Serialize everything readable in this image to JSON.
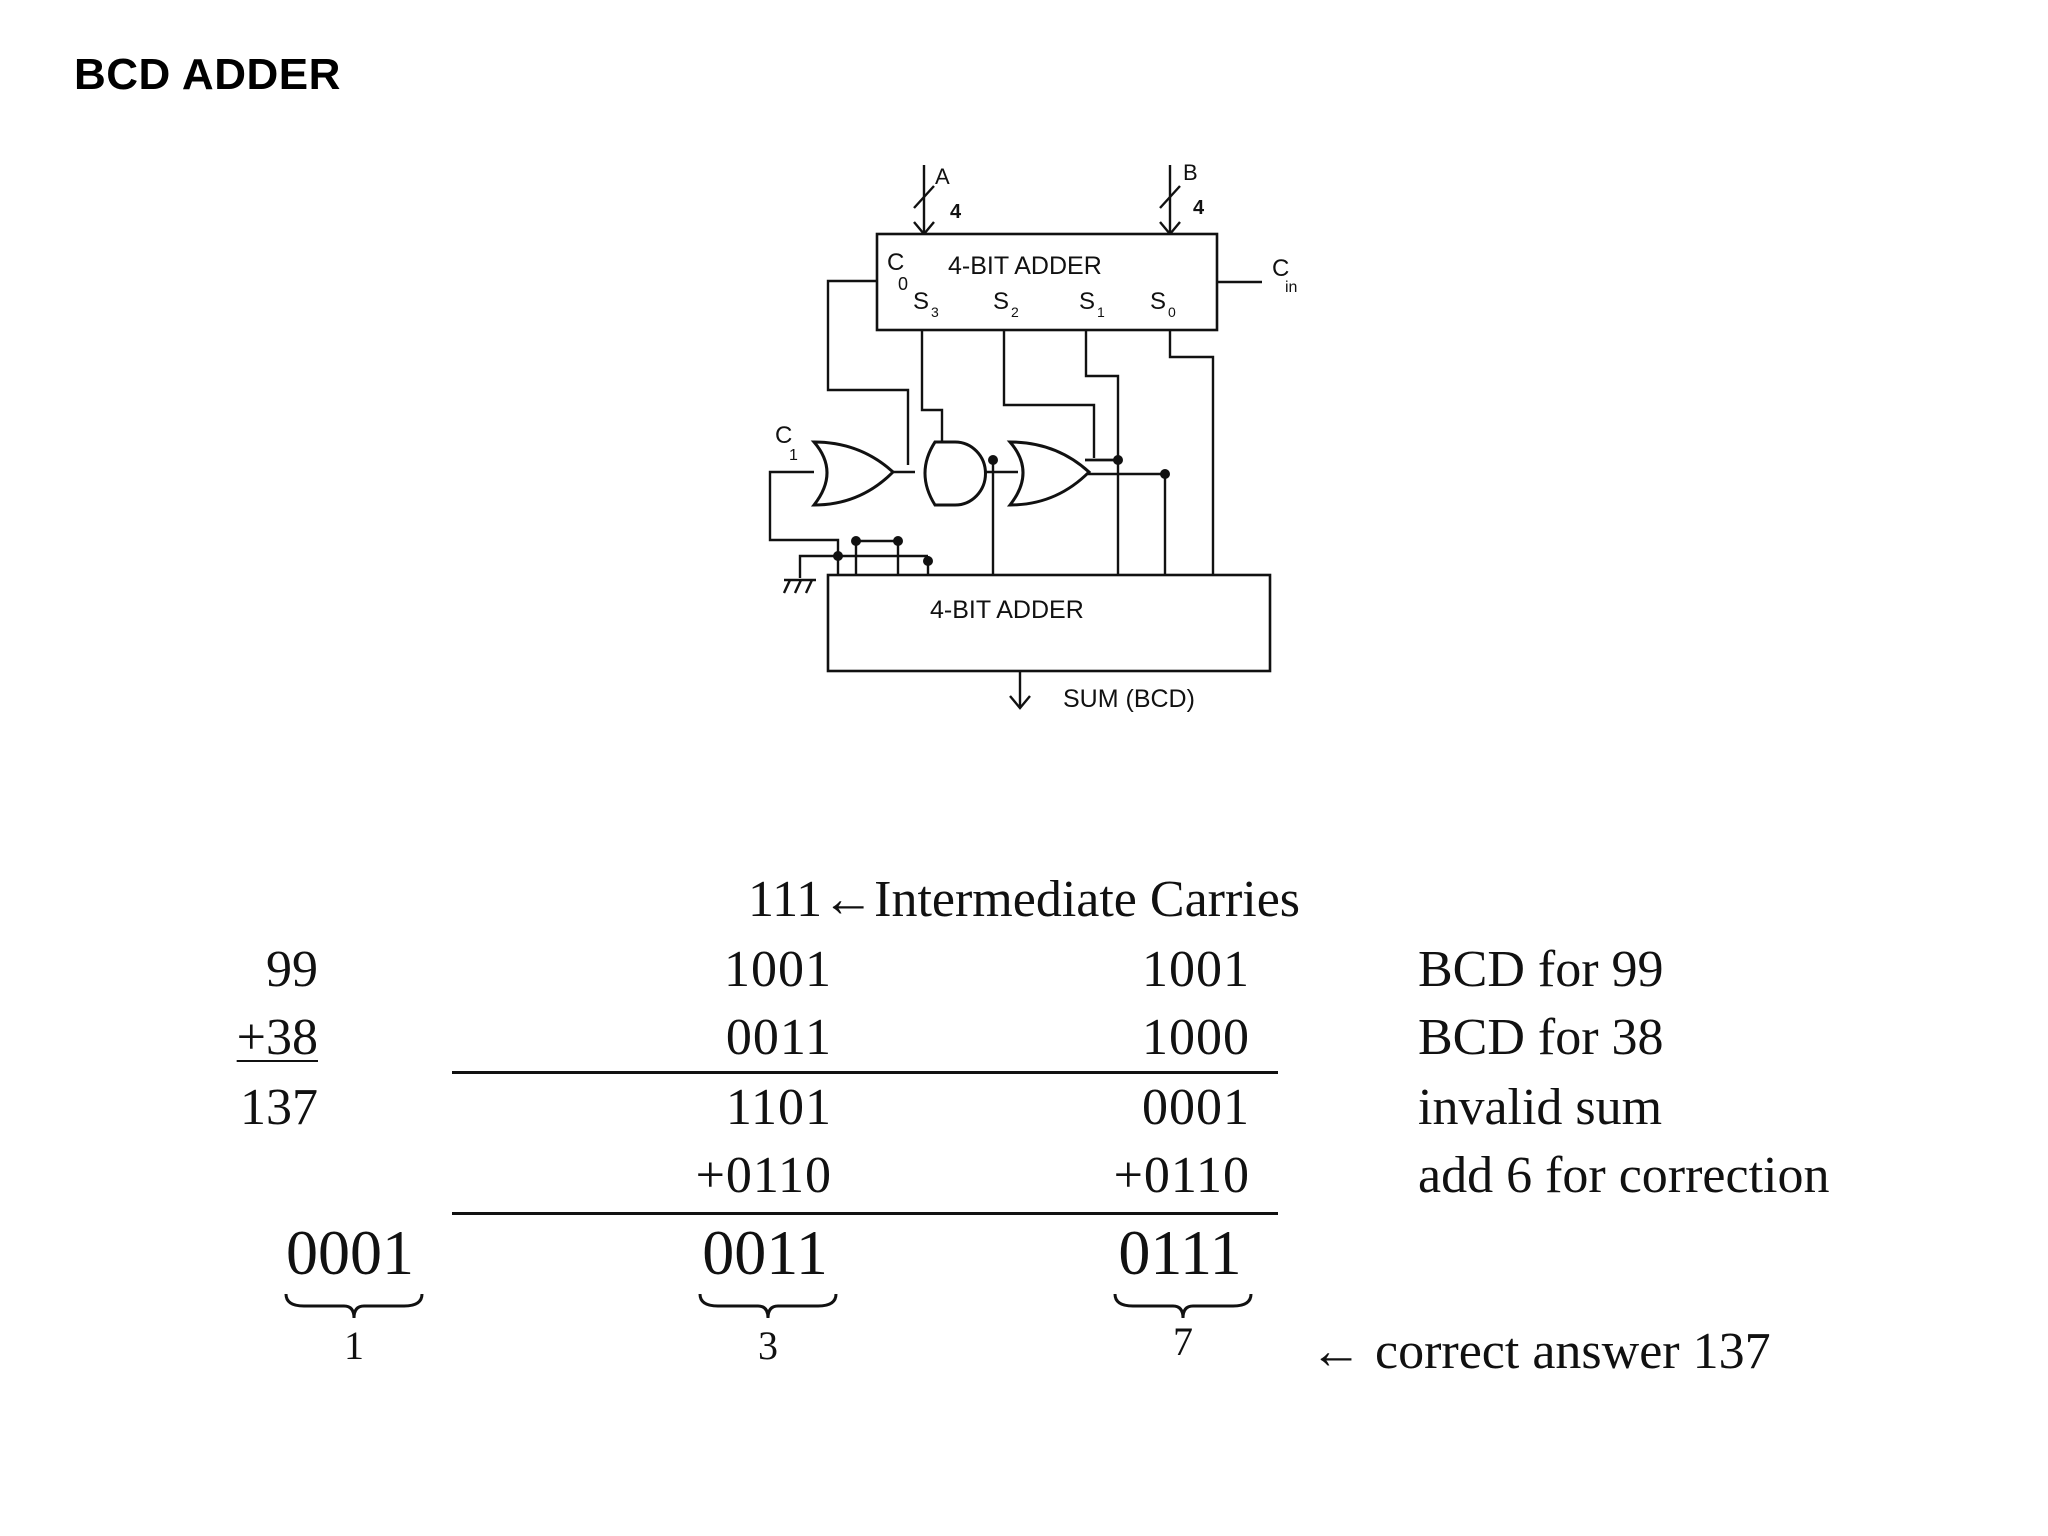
{
  "title": "BCD ADDER",
  "diagram": {
    "upper_adder_label": "4-BIT ADDER",
    "lower_adder_label": "4-BIT ADDER",
    "input_a_label": "A",
    "input_b_label": "B",
    "bus_width_a": "4",
    "bus_width_b": "4",
    "carry_out_label": "C",
    "carry_out_sub": "0",
    "carry_in_label": "C",
    "carry_in_sub": "in",
    "sum_bits": [
      {
        "label": "S",
        "sub": "3"
      },
      {
        "label": "S",
        "sub": "2"
      },
      {
        "label": "S",
        "sub": "1"
      },
      {
        "label": "S",
        "sub": "0"
      }
    ],
    "c1_label": "C",
    "c1_sub": "1",
    "output_label": "SUM (BCD)"
  },
  "example": {
    "carries_text": "111←Intermediate Carries",
    "decimal": {
      "a": "99",
      "b": "+38",
      "sum": "137"
    },
    "tens_column": [
      "1001",
      "0011",
      "1101",
      "+0110",
      "0011"
    ],
    "units_column": [
      "1001",
      "1000",
      "0001",
      "+0110",
      "0111"
    ],
    "hundreds_result": "0001",
    "notes": [
      "BCD for 99",
      "BCD for 38",
      "invalid sum",
      "add 6 for correction"
    ],
    "digits": [
      "1",
      "3",
      "7"
    ],
    "answer_text": "←  correct answer 137"
  }
}
